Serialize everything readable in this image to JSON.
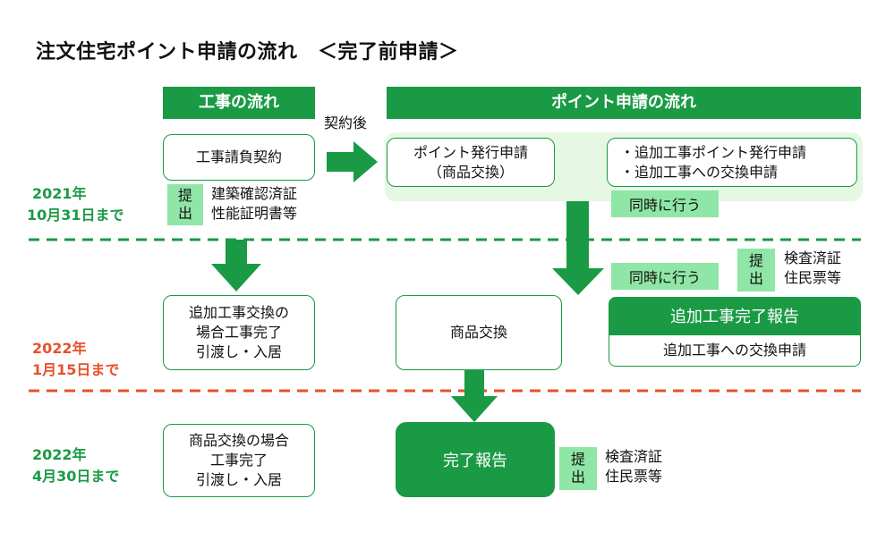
{
  "title": "注文住宅ポイント申請の流れ　＜完了前申請＞",
  "headers": {
    "construction": "工事の流れ",
    "point": "ポイント申請の流れ"
  },
  "contract_after": "契約後",
  "colors": {
    "green": "#1a9a44",
    "light_green": "#8fe6a6",
    "pale_green": "#e6f7e3",
    "orange": "#e8502b"
  },
  "deadlines": [
    {
      "year": "2021年",
      "date": "10月31日まで",
      "color": "green"
    },
    {
      "year": "2022年",
      "date": "1月15日まで",
      "color": "orange"
    },
    {
      "year": "2022年",
      "date": "4月30日まで",
      "color": "green"
    }
  ],
  "construction_steps": [
    "工事請負契約",
    "追加工事交換の\n場合工事完了\n引渡し・入居",
    "商品交換の場合\n工事完了\n引渡し・入居"
  ],
  "submit_label": "提\n出",
  "submit_docs_1": "建築確認済証\n性能証明書等",
  "submit_docs_2": "検査済証\n住民票等",
  "submit_docs_3": "検査済証\n住民票等",
  "point_issue": "ポイント発行申請\n（商品交換）",
  "additional_issue": "・追加工事ポイント発行申請\n・追加工事への交換申請",
  "same_time_1": "同時に行う",
  "same_time_2": "同時に行う",
  "product_exchange": "商品交換",
  "additional_report": "追加工事完了報告",
  "additional_exchange": "追加工事への交換申請",
  "completion_report": "完了報告"
}
